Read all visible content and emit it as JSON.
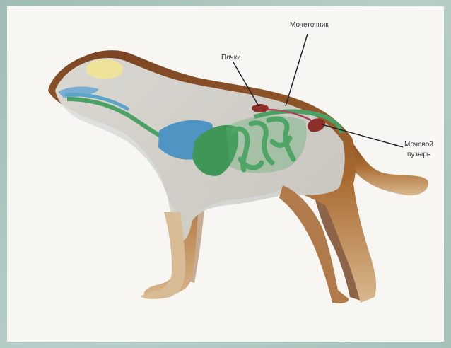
{
  "labels": {
    "kidneys": "Почки",
    "ureter": "Мочеточник",
    "bladder_line1": "Мочевой",
    "bladder_line2": "пузырь"
  },
  "colors": {
    "fur": "#a0622e",
    "fur_dark": "#6e3a1c",
    "fur_light": "#d7b88f",
    "body_overlay": "#cfd2cf",
    "digestive": "#4aa163",
    "lungs": "#4f95c4",
    "brain": "#efe39a",
    "kidney": "#8c2f2a",
    "bladder": "#8c2f2a",
    "leader_line": "#222222"
  }
}
